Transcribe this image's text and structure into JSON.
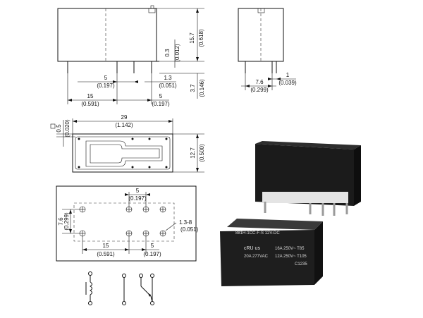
{
  "side_view": {
    "height": "15.7",
    "height_in": "(0.618)",
    "gap": "0.3",
    "gap_in": "(0.012)",
    "pitch5": "5",
    "pitch5_in": "(0.197)",
    "d13": "1.3",
    "d13_in": "(0.051)",
    "d15": "15",
    "d15_in": "(0.591)",
    "d5b": "5",
    "d5b_in": "(0.197)",
    "pin_len": "3.7",
    "pin_len_in": "(0.146)"
  },
  "end_view": {
    "width": "7.6",
    "width_in": "(0.299)",
    "pin": "1",
    "pin_in": "(0.039)"
  },
  "top_view": {
    "length": "29",
    "length_in": "(1.142)",
    "width": "12.7",
    "width_in": "(0.500)",
    "edge": "0.5",
    "edge_in": "(0.020)"
  },
  "pcb_layout": {
    "d5": "5",
    "d5_in": "(0.197)",
    "row": "7.6",
    "row_in": "(0.299)",
    "hole": "1.3-8",
    "hole_in": "(0.051)",
    "d15": "15",
    "d15_in": "(0.591)",
    "d5b": "5",
    "d5b_in": "(0.197)"
  },
  "relay_label": {
    "line1": "881H-1CC-F-S 12V-DC",
    "line2": "16A 250V~ T85",
    "line3": "20A 277VAC",
    "line4": "12A 250V~ T105",
    "line5": "C1235",
    "cert": "cRU us"
  },
  "colors": {
    "line": "#111111",
    "relay_body": "#1b1b1b",
    "relay_label": "#e8e8e8"
  }
}
